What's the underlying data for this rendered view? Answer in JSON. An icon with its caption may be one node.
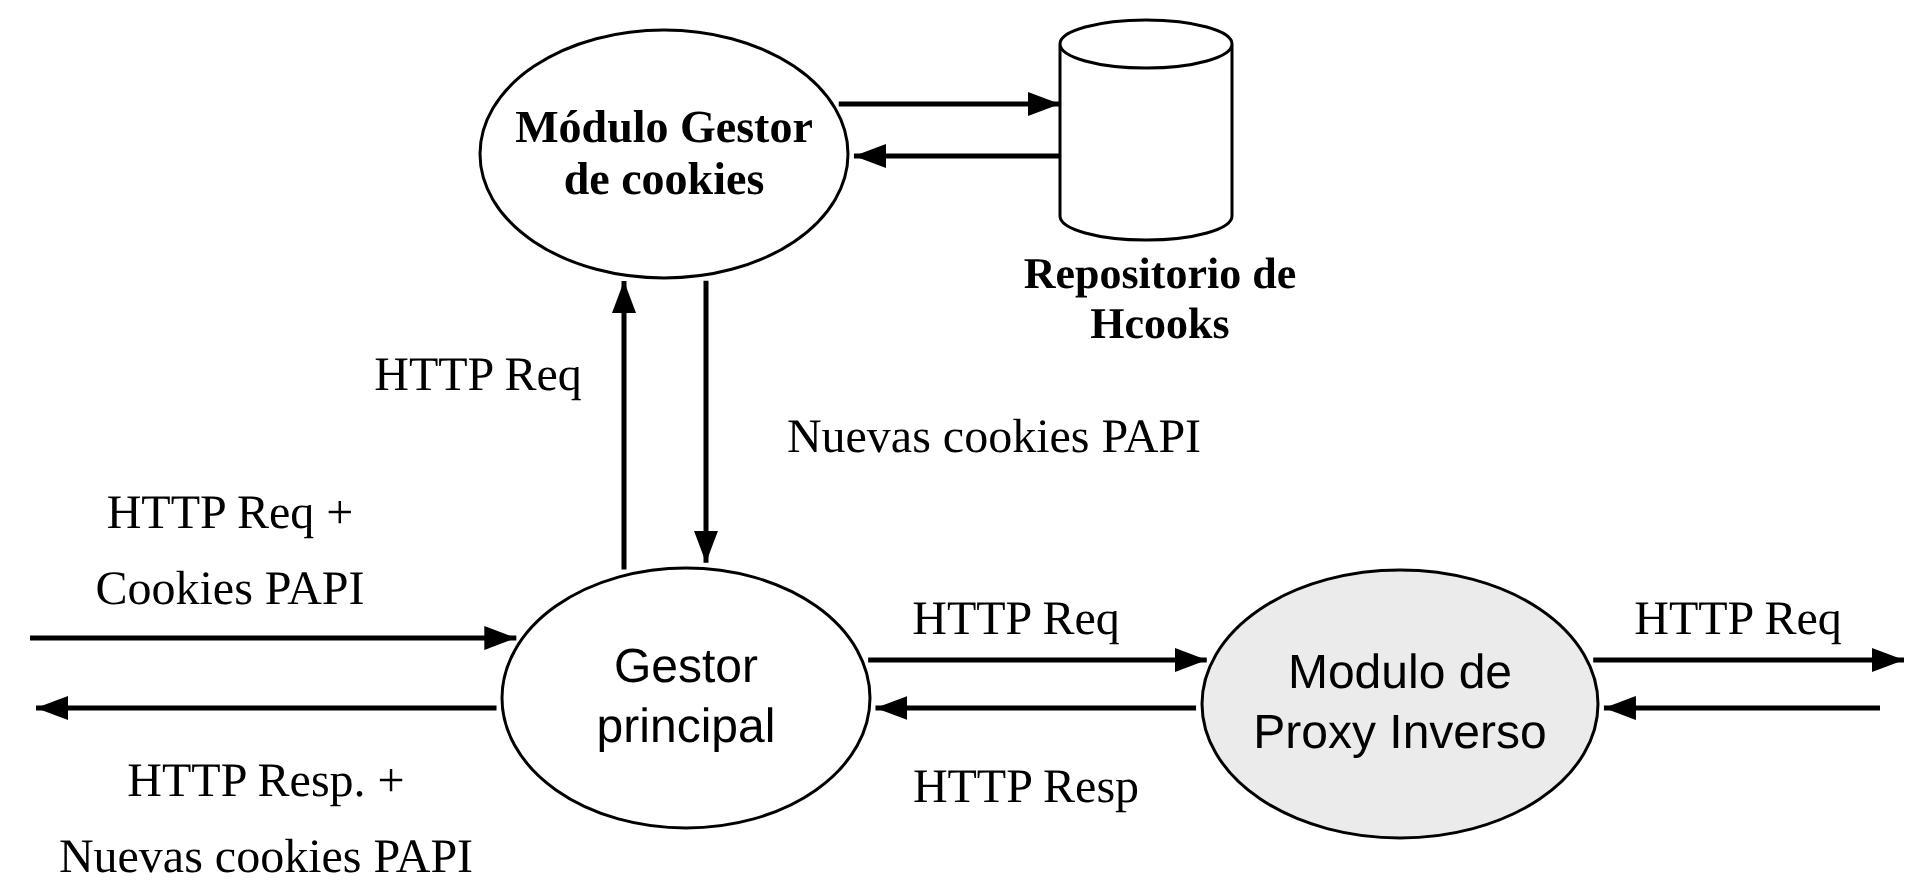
{
  "diagram": {
    "nodes": [
      {
        "text": [
          "Módulo Gestor de cookies"
        ]
      },
      {
        "text": [
          "Repositorio de Hcooks"
        ]
      },
      {
        "text": [
          "Gestor principal"
        ]
      },
      {
        "text": [
          "Modulo de Proxy Inverso"
        ]
      }
    ],
    "edges": [
      {
        "from": 0,
        "to": 1,
        "arrow": "to"
      },
      {
        "from": 1,
        "to": 0,
        "arrow": "to"
      },
      {
        "from": 2,
        "to": 0,
        "arrow": "to",
        "label": "HTTP Req"
      },
      {
        "from": 0,
        "to": 2,
        "arrow": "to",
        "label": "Nuevas cookies PAPI"
      },
      {
        "from": null,
        "to": 2,
        "arrow": "to",
        "label": "HTTP Req + Cookies PAPI"
      },
      {
        "from": 2,
        "to": null,
        "arrow": "to",
        "label": "HTTP Resp. + Nuevas cookies PAPI"
      },
      {
        "from": 2,
        "to": 3,
        "arrow": "to",
        "label": "HTTP Req"
      },
      {
        "from": 3,
        "to": 2,
        "arrow": "to",
        "label": "HTTP Resp"
      },
      {
        "from": 3,
        "to": null,
        "arrow": "to",
        "label": "HTTP Req"
      },
      {
        "from": null,
        "to": 3,
        "arrow": "to"
      }
    ]
  }
}
